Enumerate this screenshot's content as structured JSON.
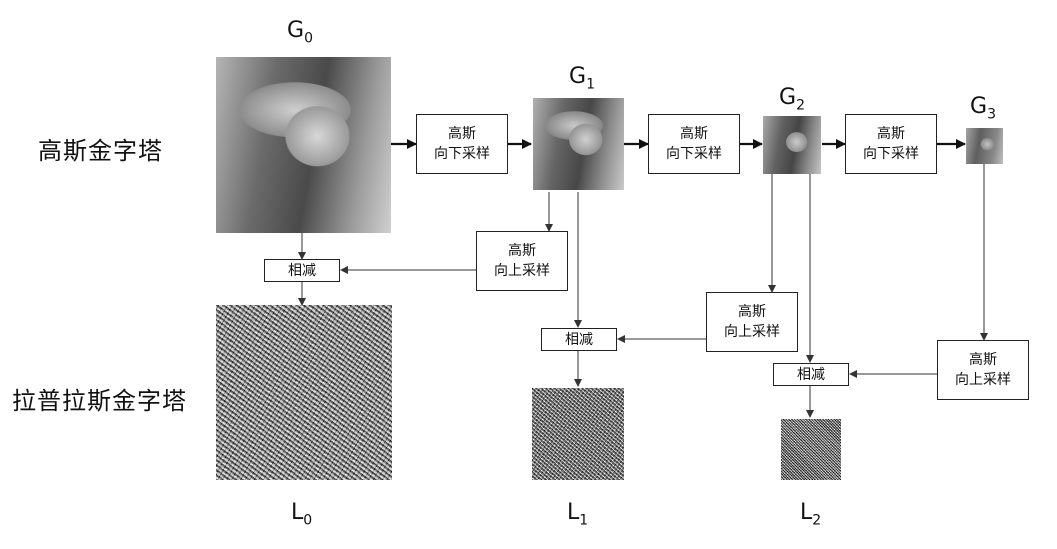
{
  "labels": {
    "gaussian_pyramid": "高斯金字塔",
    "laplacian_pyramid": "拉普拉斯金字塔"
  },
  "gaussian_levels": [
    {
      "letter": "G",
      "sub": "0"
    },
    {
      "letter": "G",
      "sub": "1"
    },
    {
      "letter": "G",
      "sub": "2"
    },
    {
      "letter": "G",
      "sub": "3"
    }
  ],
  "laplacian_levels": [
    {
      "letter": "L",
      "sub": "0"
    },
    {
      "letter": "L",
      "sub": "1"
    },
    {
      "letter": "L",
      "sub": "2"
    }
  ],
  "downsample_boxes": [
    {
      "line1": "高斯",
      "line2": "向下采样"
    },
    {
      "line1": "高斯",
      "line2": "向下采样"
    },
    {
      "line1": "高斯",
      "line2": "向下采样"
    }
  ],
  "upsample_boxes": [
    {
      "line1": "高斯",
      "line2": "向上采样"
    },
    {
      "line1": "高斯",
      "line2": "向上采样"
    },
    {
      "line1": "高斯",
      "line2": "向上采样"
    }
  ],
  "subtract_boxes": [
    {
      "label": "相减"
    },
    {
      "label": "相减"
    },
    {
      "label": "相减"
    }
  ]
}
